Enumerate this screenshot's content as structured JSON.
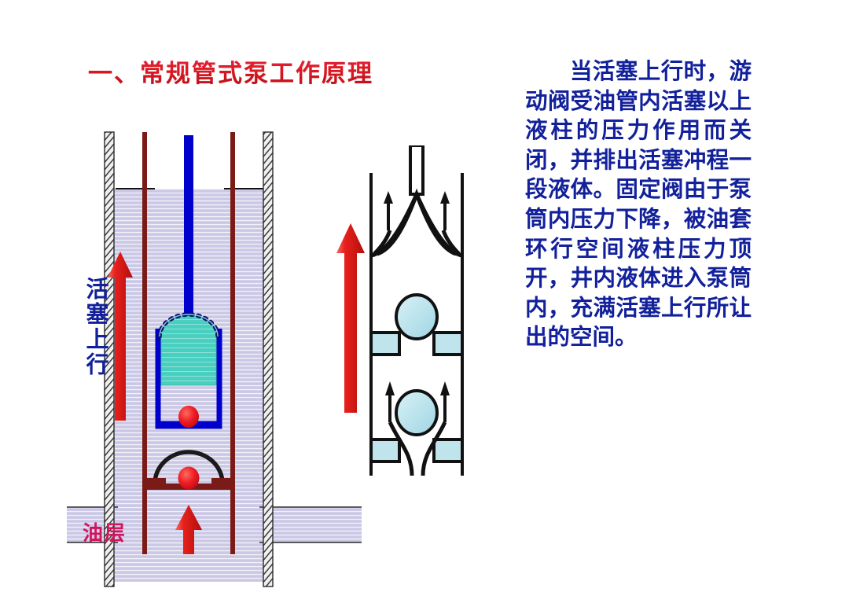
{
  "slide": {
    "title": "一、常规管式泵工作原理",
    "title_color": "#d4145a",
    "body_text": "当活塞上行时，游动阀受油管内活塞以上液柱的压力作用而关闭，并排出活塞冲程一段液体。固定阀由于泵筒内压力下降，被油套环行空间液柱压力顶开，井内液体进入泵筒内，充满活塞上行所让出的空间。",
    "body_text_color": "#12219b"
  },
  "diagram_left": {
    "piston_direction_label": "活塞上行",
    "piston_direction_label_color": "#12219b",
    "oil_layer_label": "油层",
    "oil_layer_label_color": "#d4145a",
    "colors": {
      "casing": "#555555",
      "tubing": "#7b1b17",
      "sucker_rod": "#0000cc",
      "pump_barrel": "#0000cc",
      "piston": "#49cfc0",
      "ball_valve": "#ee1c24",
      "fluid": "#c9c6e4",
      "arrow": "#e8201c",
      "oil_band": "#c9c6e4"
    },
    "parts": [
      {
        "name": "casing",
        "label": ""
      },
      {
        "name": "tubing",
        "label": ""
      },
      {
        "name": "sucker-rod",
        "label": ""
      },
      {
        "name": "traveling-valve",
        "label": ""
      },
      {
        "name": "standing-valve",
        "label": ""
      },
      {
        "name": "piston",
        "label": ""
      },
      {
        "name": "fluid-level",
        "label": ""
      },
      {
        "name": "oil-reservoir",
        "label": ""
      }
    ]
  },
  "diagram_right": {
    "colors": {
      "outline": "#111111",
      "ball": "#bfe4ec",
      "seat": "#bfe4ec"
    },
    "parts": [
      {
        "name": "traveling-valve-closed",
        "label": ""
      },
      {
        "name": "standing-valve-open",
        "label": ""
      },
      {
        "name": "flow-arrow-up",
        "label": ""
      }
    ]
  }
}
